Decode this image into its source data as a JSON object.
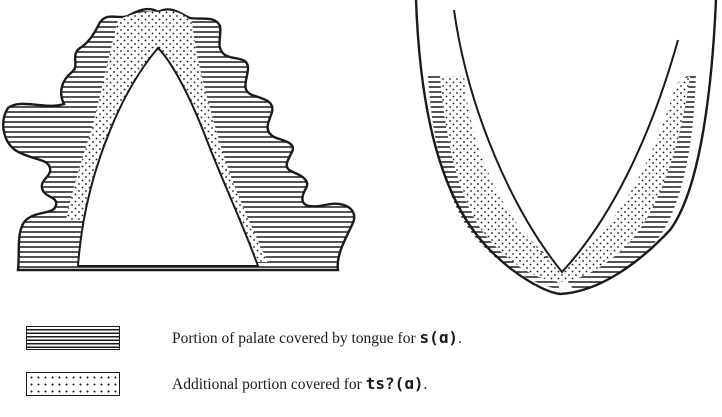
{
  "legend": [
    {
      "id": "stripes",
      "text_before": "Portion of palate covered by tongue for ",
      "symbol": "s(ɑ)",
      "text_after": "."
    },
    {
      "id": "dots",
      "text_before": "Additional portion covered for ",
      "symbol": "ts?(ɑ)",
      "text_after": "."
    }
  ],
  "colors": {
    "ink": "#1a1a1a",
    "paper": "#ffffff"
  }
}
